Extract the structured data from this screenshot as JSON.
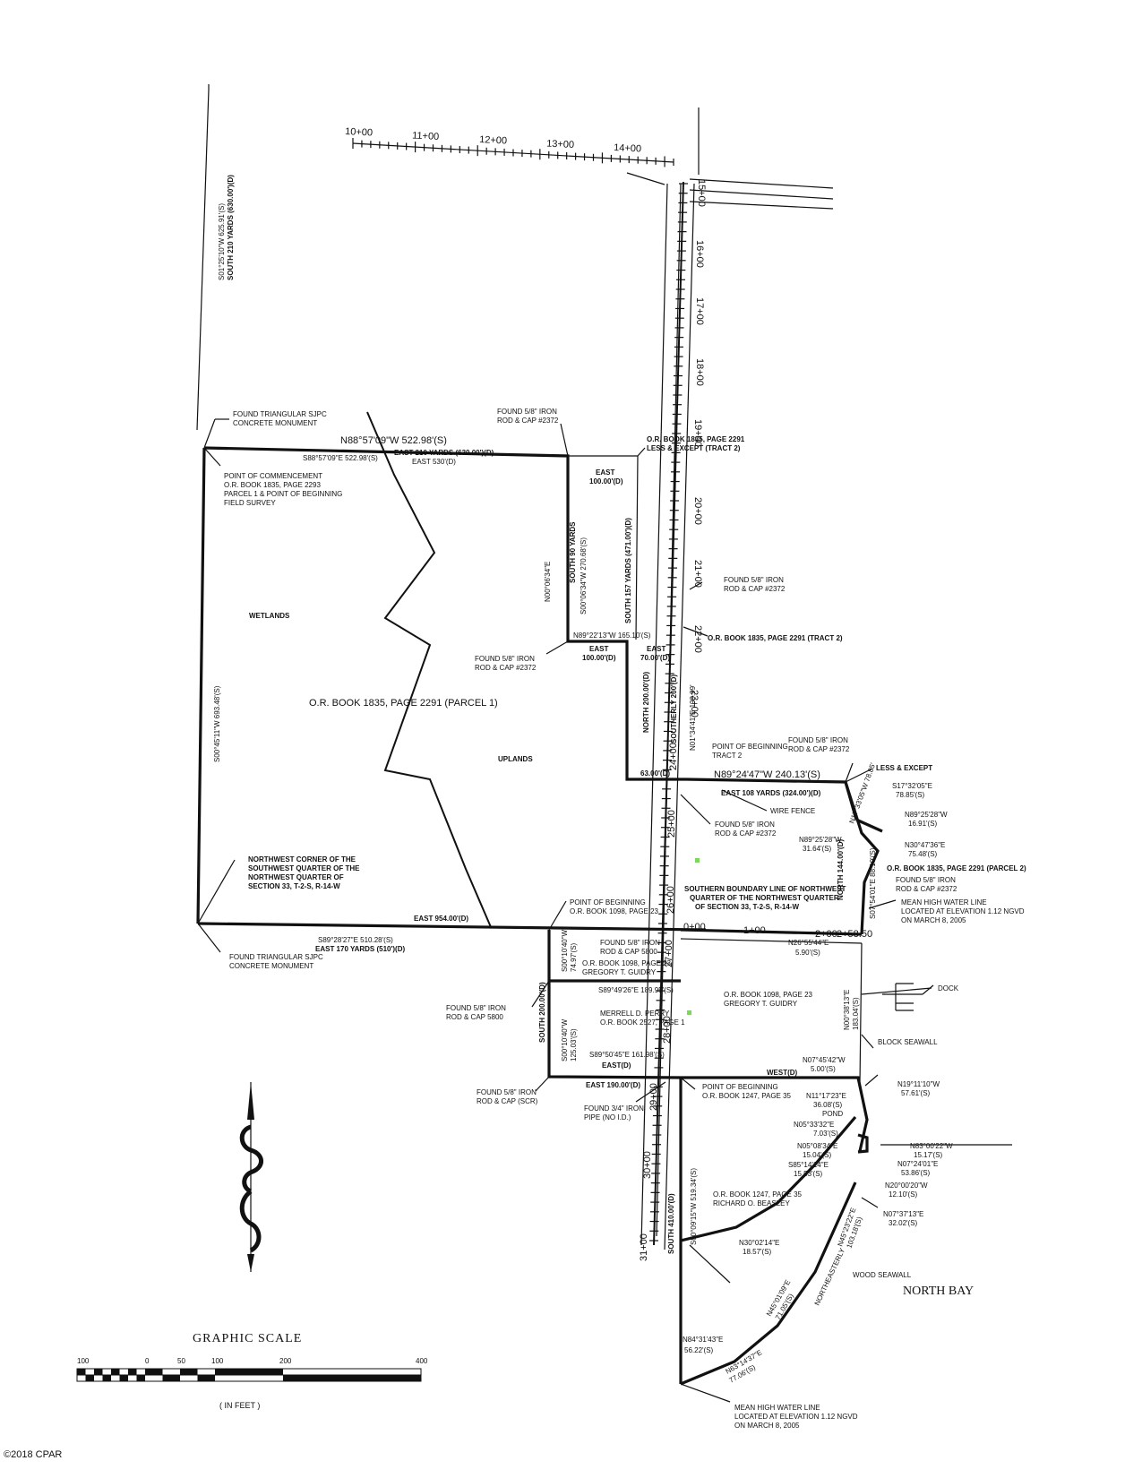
{
  "stations_top": [
    "10+00",
    "11+00",
    "12+00",
    "13+00",
    "14+00"
  ],
  "stations_road": [
    "15+00",
    "16+00",
    "17+00",
    "18+00",
    "19+00",
    "20+00",
    "21+00",
    "22+00",
    "23+00",
    "24+00",
    "25+00",
    "26+00",
    "27+00",
    "28+00",
    "29+00",
    "30+00",
    "31+00"
  ],
  "stations_sub": [
    "0+00",
    "1+00",
    "2+00",
    "2+58.50"
  ],
  "labels": {
    "west_bearing": "S01°25'10\"W 625.91'(S)",
    "west_yards": "SOUTH 210 YARDS (630.00')(D)",
    "found_tri_top": [
      "FOUND TRIANGULAR SJPC",
      "CONCRETE MONUMENT"
    ],
    "found_tri_bottom": [
      "FOUND TRIANGULAR SJPC",
      "CONCRETE MONUMENT"
    ],
    "north_line_bearing": "N88°57'09\"W   522.98'(S)",
    "north_line_bearing2": "S88°57'09\"E 522.98'(S)",
    "north_line_yards": "EAST 210 YARDS (630.00')(D)",
    "north_line_east": "EAST 530'(D)",
    "pob_commence": [
      "POINT OF COMMENCEMENT",
      "O.R. BOOK 1835, PAGE 2293",
      "PARCEL 1 & POINT OF BEGINNING",
      "FIELD SURVEY"
    ],
    "found_iron_top": [
      "FOUND 5/8\" IRON",
      "ROD & CAP #2372"
    ],
    "tract2_less": [
      "O.R. BOOK 1835, PAGE 2291",
      "LESS & EXCEPT (TRACT 2)"
    ],
    "east_100_top": [
      "EAST",
      "100.00'(D)"
    ],
    "s00_bearing_a": "N00°06'34\"E",
    "s00_bearing_b": "S00°06'34\"W 270.68'(S)",
    "south_157": "SOUTH 157 YARDS (471.00')(D)",
    "south_90": "SOUTH 90 YARDS",
    "found_iron_mid": [
      "FOUND 5/8\" IRON",
      "ROD & CAP #2372"
    ],
    "n89_22": "N89°22'13\"W 165.10'(S)",
    "tract2_label": "O.R. BOOK 1835, PAGE 2291 (TRACT 2)",
    "east_100_mid": [
      "EAST",
      "100.00'(D)"
    ],
    "east_70": [
      "EAST",
      "70.00'(D)"
    ],
    "found_iron_left": [
      "FOUND 5/8\" IRON",
      "ROD & CAP #2372"
    ],
    "wetlands": "WETLANDS",
    "parcel1": "O.R. BOOK 1835, PAGE 2291 (PARCEL 1)",
    "uplands": "UPLANDS",
    "west_bearing2": "S00°45'11\"W  693.48'(S)",
    "north_200": "NORTH 200.00'(D)",
    "southerly_200": "SOUTHERLY 200'(D)",
    "n01_bearing": "N01°34'41\"E 199.99'",
    "east_63": "63.00'(D)",
    "pob_tract2": [
      "POINT OF BEGINNING",
      "TRACT 2"
    ],
    "found_iron_tract2": [
      "FOUND 5/8\" IRON",
      "ROD & CAP #2372"
    ],
    "less_except": "LESS & EXCEPT",
    "n89_24": "N89°24'47\"W   240.13'(S)",
    "east_108": "EAST 108 YARDS (324.00')(D)",
    "wire_fence": "WIRE FENCE",
    "found_iron_e": [
      "FOUND 5/8\" IRON",
      "ROD & CAP #2372"
    ],
    "s17": [
      "S17°32'05\"E",
      "78.85'(S)"
    ],
    "n89_25": [
      "N89°25'28\"W",
      "16.91'(S)"
    ],
    "n89_25b": [
      "N89°25'28\"W",
      "31.64'(S)"
    ],
    "n30": [
      "N30°47'36\"E",
      "75.48'(S)"
    ],
    "parcel2": "O.R. BOOK 1835, PAGE 2291 (PARCEL 2)",
    "found_iron_p2": [
      "FOUND 5/8\" IRON",
      "ROD & CAP #2372"
    ],
    "mhw_top": [
      "MEAN HIGH WATER LINE",
      "LOCATED AT ELEVATION 1.12 NGVD",
      "ON MARCH 8, 2005"
    ],
    "north_144": "NORTH 144.00'(D)",
    "s07_54": "S07°54'01\"E 88.10'(S)",
    "n17_33": "N17°33'05\"W 78.85'",
    "nw_corner": [
      "NORTHWEST CORNER OF THE",
      "SOUTHWEST QUARTER OF THE",
      "NORTHWEST QUARTER OF",
      "SECTION 33, T-2-S, R-14-W"
    ],
    "southern_boundary": [
      "SOUTHERN BOUNDARY LINE OF NORTHWEST",
      "QUARTER OF THE NORTHWEST QUARTER",
      "OF SECTION 33, T-2-S, R-14-W"
    ],
    "east_954": "EAST 954.00'(D)",
    "s89_28": "S89°28'27\"E 510.28'(S)",
    "east_170": "EAST 170 YARDS (510')(D)",
    "pob_1098": [
      "POINT OF BEGINNING",
      "O.R. BOOK 1098, PAGE 23"
    ],
    "found_iron_5800a": [
      "FOUND 5/8\" IRON",
      "ROD & CAP 5800"
    ],
    "guidry_a": [
      "O.R. BOOK 1098, PAGE 23",
      "GREGORY T. GUIDRY"
    ],
    "n26": "N26°55'44\"E",
    "n26b": "5.90'(S)",
    "s00_10a": [
      "S00°10'40\"W",
      "74.97'(S)"
    ],
    "s89_49": "S89°49'26\"E 189.95'(S)",
    "found_iron_5800b": [
      "FOUND 5/8\" IRON",
      "ROD & CAP 5800"
    ],
    "south_200": "SOUTH 200.00'(D)",
    "s00_10b": [
      "S00°10'40\"W",
      "125.03'(S)"
    ],
    "perry": [
      "MERRELL D. PERRY",
      "O.R. BOOK 2527, PAGE 1"
    ],
    "s89_50": "S89°50'45\"E 161.98'(S)",
    "east_d": "EAST(D)",
    "east_190": "EAST  190.00'(D)",
    "guidry_b": [
      "O.R. BOOK 1098, PAGE 23",
      "GREGORY T. GUIDRY"
    ],
    "n00_38": [
      "N00°38'13\"E",
      "183.04'(S)"
    ],
    "dock": "DOCK",
    "block_seawall": "BLOCK SEAWALL",
    "n07_45": [
      "N07°45'42\"W",
      "5.00'(S)"
    ],
    "west_d": "WEST(D)",
    "n19": [
      "N19°11'10\"W",
      "57.61'(S)"
    ],
    "found_scr": [
      "FOUND 5/8\" IRON",
      "ROD & CAP (SCR)"
    ],
    "found_pipe": [
      "FOUND 3/4\" IRON",
      "PIPE (NO I.D.)"
    ],
    "pob_1247": [
      "POINT OF BEGINNING",
      "O.R. BOOK 1247, PAGE 35"
    ],
    "n11": [
      "N11°17'23\"E",
      "36.08'(S)"
    ],
    "pond": "POND",
    "n05_33": [
      "N05°33'32\"E",
      "7.03'(S)"
    ],
    "n05_08": [
      "N05°08'34\"E",
      "15.04'(S)"
    ],
    "s85": [
      "S85°14'14\"E",
      "15.53'(S)"
    ],
    "n83": [
      "N83°00'22\"W",
      "15.17'(S)"
    ],
    "n07_24": [
      "N07°24'01\"E",
      "53.86'(S)"
    ],
    "n20": [
      "N20°00'20\"W",
      "12.10'(S)"
    ],
    "n07_37": [
      "N07°37'13\"E",
      "32.02'(S)"
    ],
    "beasley": [
      "O.R. BOOK 1247, PAGE 35",
      "RICHARD O. BEASLEY"
    ],
    "south_410": "SOUTH 410.00'(D)",
    "s00_09": "S00°09'15\"W 519.34'(S)",
    "n45_23": [
      "N45°23'22\"E",
      "103.18'(S)"
    ],
    "n30_02": [
      "N30°02'14\"E",
      "18.57'(S)"
    ],
    "n45_01": [
      "N45°01'09\"E",
      "71.05'(S)"
    ],
    "northeasterly": "NORTHEASTERLY",
    "wood_seawall": "WOOD SEAWALL",
    "n84": [
      "N84°31'43\"E",
      "56.22'(S)"
    ],
    "n63": [
      "N63°14'37\"E",
      "77.06'(S)"
    ],
    "mhw_bottom": [
      "MEAN HIGH WATER LINE",
      "LOCATED AT ELEVATION 1.12 NGVD",
      "ON MARCH 8, 2005"
    ],
    "north_bay": "NORTH BAY"
  },
  "scale": {
    "title": "GRAPHIC SCALE",
    "ticks": [
      "100",
      "0",
      "50",
      "100",
      "200",
      "400"
    ],
    "unit": "( IN FEET )"
  },
  "copyright": "©2018 CPAR"
}
